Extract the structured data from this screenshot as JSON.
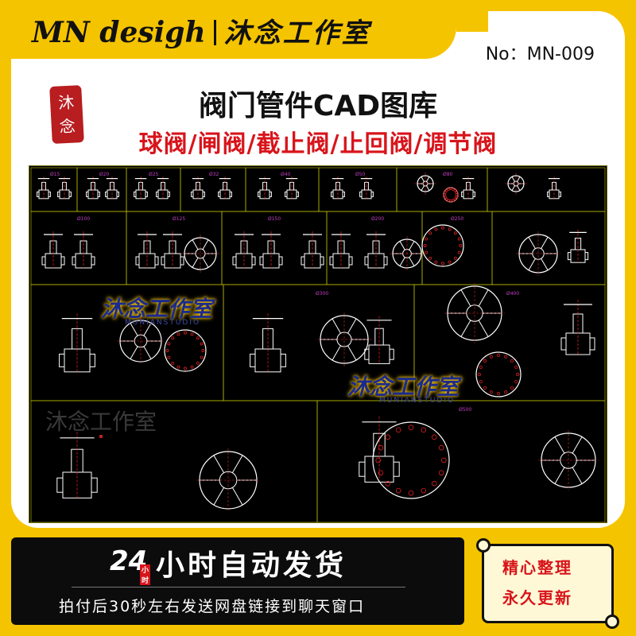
{
  "header": {
    "brand_en": "MN desigh",
    "brand_cn": "沐念工作室",
    "model_no": "No：MN-009"
  },
  "seal": {
    "line1": "沐",
    "line2": "念"
  },
  "title": "阀门管件CAD图库",
  "subtitle": "球阀/闸阀/截止阀/止回阀/调节阀",
  "preview": {
    "watermarks": [
      "沐念工作室",
      "沐念工作室",
      "沐念工作室"
    ],
    "watermark_sub": "MUNIANSTUDIO",
    "size_labels": [
      "Ø15",
      "Ø20",
      "Ø25",
      "Ø32",
      "Ø40",
      "Ø50",
      "Ø80",
      "Ø100",
      "Ø125",
      "Ø150",
      "Ø200",
      "Ø250",
      "Ø300",
      "Ø400",
      "Ø500"
    ],
    "colors": {
      "background": "#000000",
      "line": "#ffffff",
      "accent": "#e02020",
      "frame": "#c9c900"
    }
  },
  "delivery": {
    "badge": "24",
    "badge_small": "小时",
    "title": "小时自动发货",
    "subtitle": "拍付后30秒左右发送网盘链接到聊天窗口"
  },
  "promise": {
    "line1": "精心整理",
    "line2": "永久更新"
  }
}
